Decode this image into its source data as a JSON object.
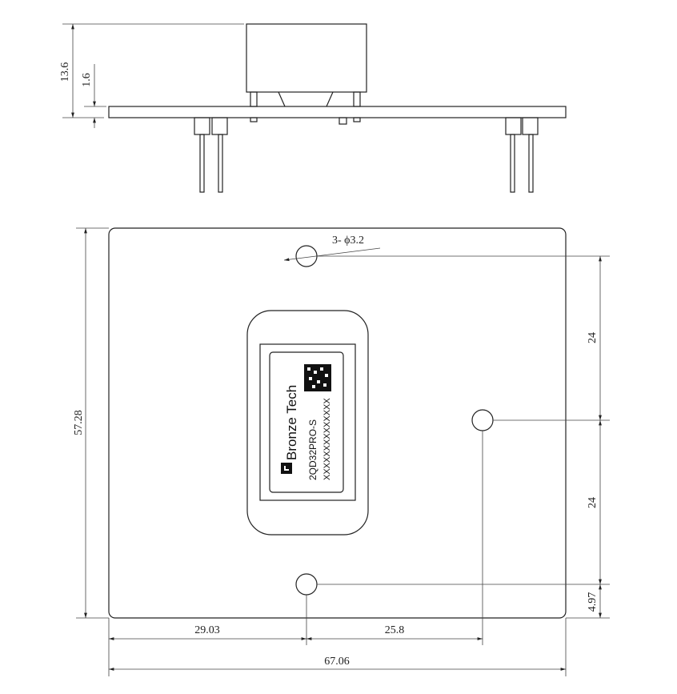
{
  "side_view": {
    "height_total": "13.6",
    "pcb_thickness": "1.6"
  },
  "top_view": {
    "hole_callout": "3- ϕ3.2",
    "board_height": "57.28",
    "hole_spacing_upper": "24",
    "hole_spacing_lower": "24",
    "bottom_hole_offset": "4.97",
    "left_offset": "29.03",
    "hole_x_spacing": "25.8",
    "board_width": "67.06"
  },
  "label": {
    "brand": "Bronze Tech",
    "model": "2QD32PRO-S",
    "serial": "XXXXXXXXXXXXXX"
  }
}
